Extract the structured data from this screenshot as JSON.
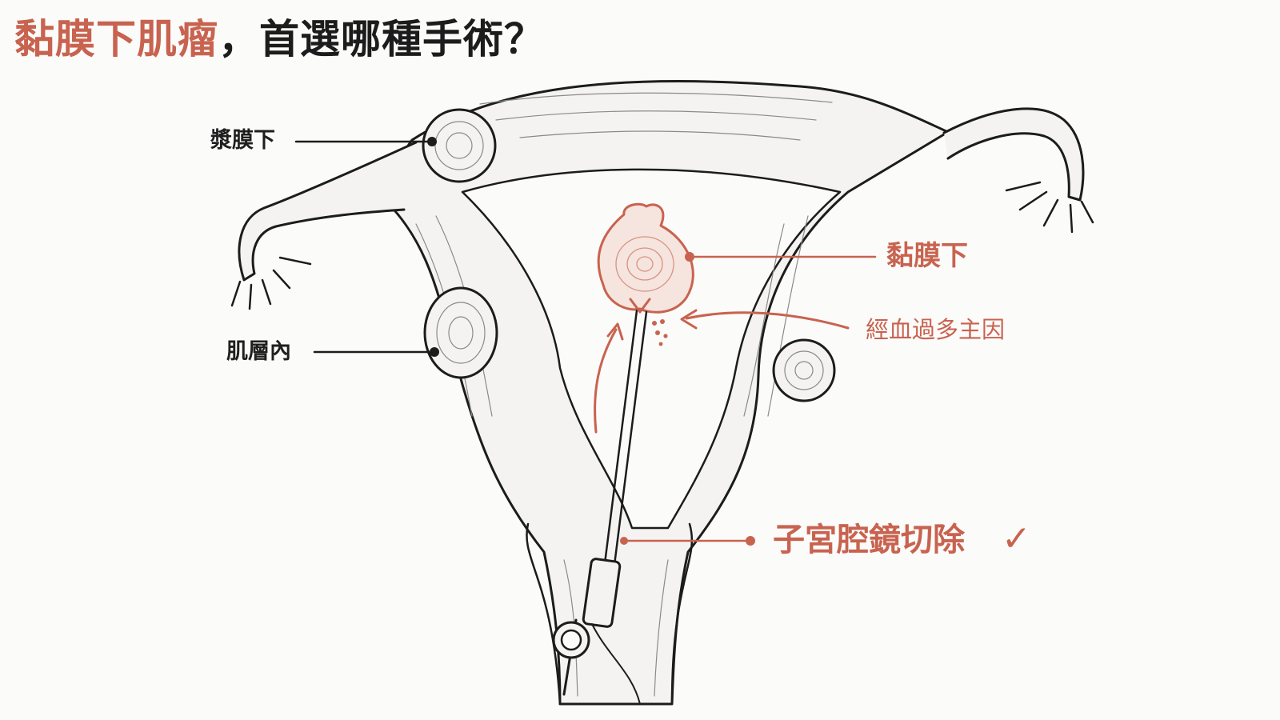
{
  "title": {
    "accent_part": "黏膜下肌瘤",
    "rest_part": "，首選哪種手術？"
  },
  "labels": {
    "subserosal": "漿膜下",
    "intramural": "肌層內",
    "submucosal": "黏膜下",
    "bleeding_cause": "經血過多主因",
    "hysteroscopy": "子宮腔鏡切除"
  },
  "icons": {
    "check": "check-icon"
  },
  "colors": {
    "accent": "#c8634f",
    "line": "#1c1c1c",
    "tissue": "#f4f3f1",
    "background": "#fbfbfa"
  }
}
